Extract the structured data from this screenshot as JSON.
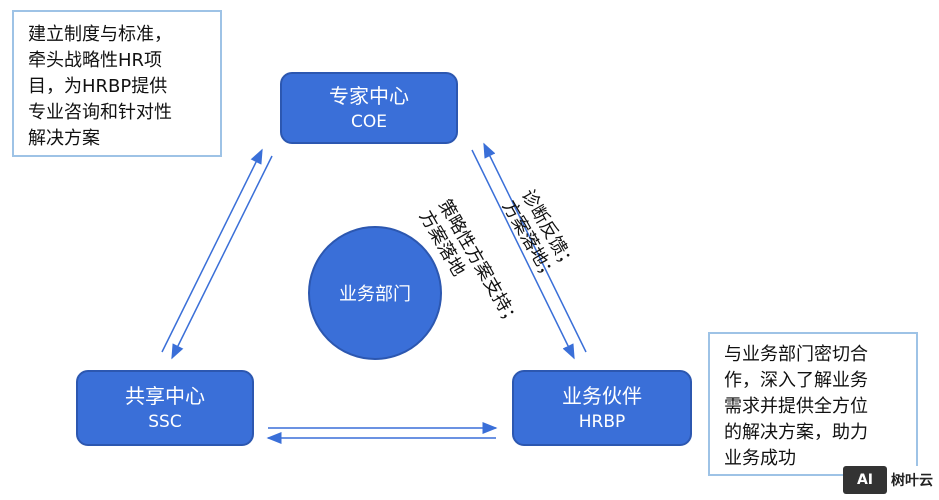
{
  "notes": {
    "coe": "建立制度与标准，\n牵头战略性HR项\n目，为HRBP提供\n专业咨询和针对性\n解决方案",
    "hrbp": "与业务部门密切合\n作，深入了解业务\n需求并提供全方位\n的解决方案，助力\n业务成功"
  },
  "nodes": {
    "coe": {
      "title": "专家中心",
      "abbr": "COE"
    },
    "ssc": {
      "title": "共享中心",
      "abbr": "SSC"
    },
    "hrbp": {
      "title": "业务伙伴",
      "abbr": "HRBP"
    }
  },
  "center": {
    "label": "业务部门"
  },
  "edge_labels": {
    "strategy": "策略性方案支持；\n方案落地",
    "feedback": "诊断反馈；\n方案落地；"
  },
  "watermark": {
    "logo": "AI",
    "text": "树叶云"
  },
  "colors": {
    "node_fill": "#3a6fd8",
    "node_border": "#2c57b0",
    "note_border": "#9ec3e6",
    "arrow": "#3a6fd8"
  }
}
